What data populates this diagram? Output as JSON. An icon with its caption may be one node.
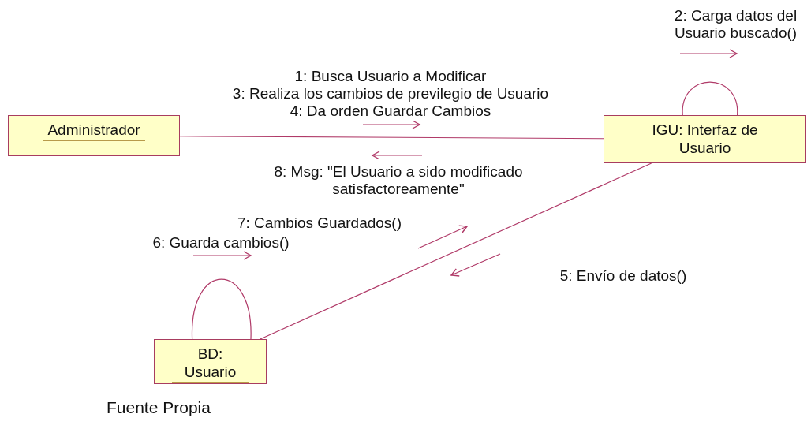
{
  "diagram": {
    "caption": "Fuente Propia",
    "nodes": [
      {
        "text": [
          "Administrador"
        ]
      },
      {
        "text": [
          "IGU: Interfaz de Usuario"
        ]
      },
      {
        "text": [
          "BD: Usuario"
        ]
      }
    ],
    "edges": [
      {
        "from": 0,
        "to": 1,
        "arrow": "none"
      },
      {
        "from": 1,
        "to": 1,
        "arrow": "none"
      },
      {
        "from": 1,
        "to": 2,
        "arrow": "none"
      },
      {
        "from": 2,
        "to": 2,
        "arrow": "none"
      }
    ],
    "labels": [
      "2: Carga datos del Usuario buscado()",
      "1: Busca Usuario a Modificar",
      "3: Realiza los cambios de previlegio de Usuario",
      "4: Da orden Guardar Cambios",
      "8: Msg: \"El Usuario a sido modificado satisfactoreamente\"",
      "7: Cambios Guardados()",
      "6: Guarda cambios()",
      "5: Envío de datos()"
    ]
  }
}
